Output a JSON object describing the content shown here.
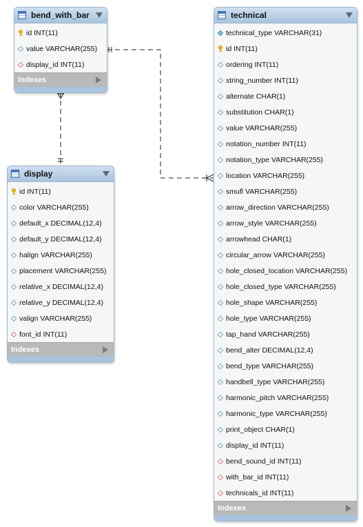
{
  "tables": {
    "bend_with_bar": {
      "title": "bend_with_bar",
      "indexes_label": "Indexes",
      "columns": [
        {
          "text": "id INT(11)",
          "kind": "pk"
        },
        {
          "text": "value VARCHAR(255)",
          "kind": "col-n"
        },
        {
          "text": "display_id INT(11)",
          "kind": "fk"
        }
      ]
    },
    "display": {
      "title": "display",
      "indexes_label": "Indexes",
      "columns": [
        {
          "text": "id INT(11)",
          "kind": "pk"
        },
        {
          "text": "color VARCHAR(255)",
          "kind": "col-n"
        },
        {
          "text": "default_x DECIMAL(12,4)",
          "kind": "col-n"
        },
        {
          "text": "default_y DECIMAL(12,4)",
          "kind": "col-n"
        },
        {
          "text": "halign VARCHAR(255)",
          "kind": "col-n"
        },
        {
          "text": "placement VARCHAR(255)",
          "kind": "col-n"
        },
        {
          "text": "relative_x DECIMAL(12,4)",
          "kind": "col-n"
        },
        {
          "text": "relative_y DECIMAL(12,4)",
          "kind": "col-n"
        },
        {
          "text": "valign VARCHAR(255)",
          "kind": "col-n"
        },
        {
          "text": "font_id INT(11)",
          "kind": "fk"
        }
      ]
    },
    "technical": {
      "title": "technical",
      "indexes_label": "Indexes",
      "columns": [
        {
          "text": "technical_type VARCHAR(31)",
          "kind": "col-nn"
        },
        {
          "text": "id INT(11)",
          "kind": "pk"
        },
        {
          "text": "ordering INT(11)",
          "kind": "col-n"
        },
        {
          "text": "string_number INT(11)",
          "kind": "col-n"
        },
        {
          "text": "alternate CHAR(1)",
          "kind": "col-n"
        },
        {
          "text": "substitution CHAR(1)",
          "kind": "col-n"
        },
        {
          "text": "value VARCHAR(255)",
          "kind": "col-n"
        },
        {
          "text": "notation_number INT(11)",
          "kind": "col-n"
        },
        {
          "text": "notation_type VARCHAR(255)",
          "kind": "col-n"
        },
        {
          "text": "location VARCHAR(255)",
          "kind": "col-n"
        },
        {
          "text": "smufl VARCHAR(255)",
          "kind": "col-n"
        },
        {
          "text": "arrow_direction VARCHAR(255)",
          "kind": "col-n"
        },
        {
          "text": "arrow_style VARCHAR(255)",
          "kind": "col-n"
        },
        {
          "text": "arrowhead CHAR(1)",
          "kind": "col-n"
        },
        {
          "text": "circular_arrow VARCHAR(255)",
          "kind": "col-n"
        },
        {
          "text": "hole_closed_location VARCHAR(255)",
          "kind": "col-n"
        },
        {
          "text": "hole_closed_type VARCHAR(255)",
          "kind": "col-n"
        },
        {
          "text": "hole_shape VARCHAR(255)",
          "kind": "col-n"
        },
        {
          "text": "hole_type VARCHAR(255)",
          "kind": "col-n"
        },
        {
          "text": "tap_hand VARCHAR(255)",
          "kind": "col-n"
        },
        {
          "text": "bend_alter DECIMAL(12,4)",
          "kind": "col-n"
        },
        {
          "text": "bend_type VARCHAR(255)",
          "kind": "col-n"
        },
        {
          "text": "handbell_type VARCHAR(255)",
          "kind": "col-n"
        },
        {
          "text": "harmonic_pitch VARCHAR(255)",
          "kind": "col-n"
        },
        {
          "text": "harmonic_type VARCHAR(255)",
          "kind": "col-n"
        },
        {
          "text": "print_object CHAR(1)",
          "kind": "col-n"
        },
        {
          "text": "display_id INT(11)",
          "kind": "col-n"
        },
        {
          "text": "bend_sound_id INT(11)",
          "kind": "fk"
        },
        {
          "text": "with_bar_id INT(11)",
          "kind": "fk"
        },
        {
          "text": "technicals_id INT(11)",
          "kind": "fk"
        }
      ]
    }
  },
  "relationships": [
    {
      "from": "bend_with_bar",
      "to": "display",
      "type": "many-to-one"
    },
    {
      "from": "technical",
      "to": "bend_with_bar",
      "type": "many-to-one"
    }
  ]
}
